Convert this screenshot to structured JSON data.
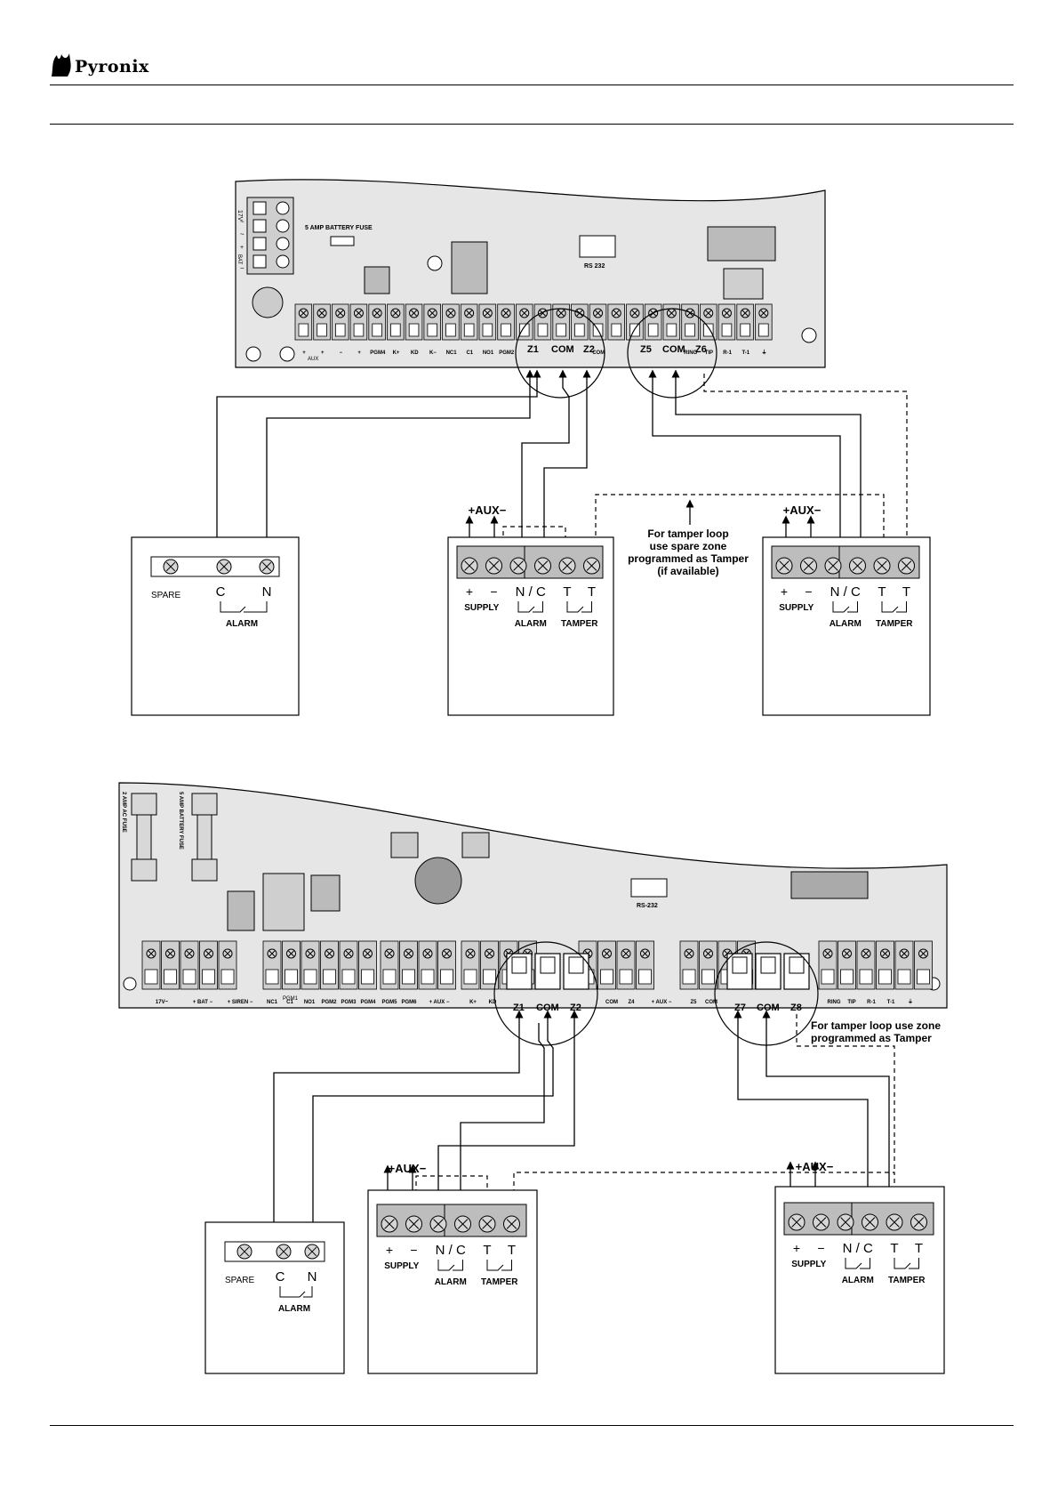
{
  "header": {
    "brand": "Pyronix"
  },
  "diagram1": {
    "board": {
      "fuse_label": "5 AMP BATTERY FUSE",
      "side_labels": [
        "17V",
        "~",
        "~",
        "+",
        "BAT",
        "−"
      ],
      "rs232": "RS 232",
      "aux_label": "AUX",
      "terminals": [
        "+",
        "+",
        "−",
        "+",
        "PGM4",
        "K+",
        "KD",
        "K−",
        "NC1",
        "C1",
        "NO1",
        "PGM2",
        "",
        "",
        "",
        "",
        "COM",
        "",
        "",
        "",
        "",
        "RING",
        "TIP",
        "R-1",
        "T-1",
        "⏚"
      ],
      "zoom_left": [
        "Z1",
        "COM",
        "Z2"
      ],
      "zoom_right": [
        "Z5",
        "COM",
        "Z6"
      ]
    },
    "devices": [
      {
        "type": "spare",
        "spare": "SPARE",
        "c": "C",
        "n": "N",
        "alarm": "ALARM"
      },
      {
        "type": "pir",
        "aux": "+AUX−",
        "plus": "+",
        "minus": "−",
        "nc": "N / C",
        "t1": "T",
        "t2": "T",
        "supply": "SUPPLY",
        "alarm": "ALARM",
        "tamper": "TAMPER"
      },
      {
        "type": "pir",
        "aux": "+AUX−",
        "plus": "+",
        "minus": "−",
        "nc": "N / C",
        "t1": "T",
        "t2": "T",
        "supply": "SUPPLY",
        "alarm": "ALARM",
        "tamper": "TAMPER"
      }
    ],
    "note": [
      "For tamper loop",
      "use spare zone",
      "programmed as Tamper",
      "(if available)"
    ]
  },
  "diagram2": {
    "board": {
      "fuse_ac": "2 AMP AC FUSE",
      "fuse_bat": "5 AMP BATTERY FUSE",
      "rs232": "RS-232",
      "pgm1": "PGM1",
      "terminals": [
        "17V~",
        "+ BAT −",
        "+ SIREN −",
        "NC1",
        "C1",
        "NO1",
        "PGM2",
        "PGM3",
        "PGM4",
        "PGM5",
        "PGM6",
        "+ AUX −",
        "K+",
        "KD",
        "COM",
        "Z4",
        "+ AUX −",
        "Z5",
        "COM",
        "RING",
        "TIP",
        "R-1",
        "T-1",
        "⏚"
      ],
      "zoom_left": [
        "Z1",
        "COM",
        "Z2"
      ],
      "zoom_right": [
        "Z7",
        "COM",
        "Z8"
      ]
    },
    "devices": [
      {
        "type": "spare",
        "spare": "SPARE",
        "c": "C",
        "n": "N",
        "alarm": "ALARM"
      },
      {
        "type": "pir",
        "aux": "+AUX−",
        "plus": "+",
        "minus": "−",
        "nc": "N / C",
        "t1": "T",
        "t2": "T",
        "supply": "SUPPLY",
        "alarm": "ALARM",
        "tamper": "TAMPER"
      },
      {
        "type": "pir",
        "aux": "+AUX−",
        "plus": "+",
        "minus": "−",
        "nc": "N / C",
        "t1": "T",
        "t2": "T",
        "supply": "SUPPLY",
        "alarm": "ALARM",
        "tamper": "TAMPER"
      }
    ],
    "note": [
      "For tamper loop use zone",
      "programmed as Tamper"
    ]
  }
}
